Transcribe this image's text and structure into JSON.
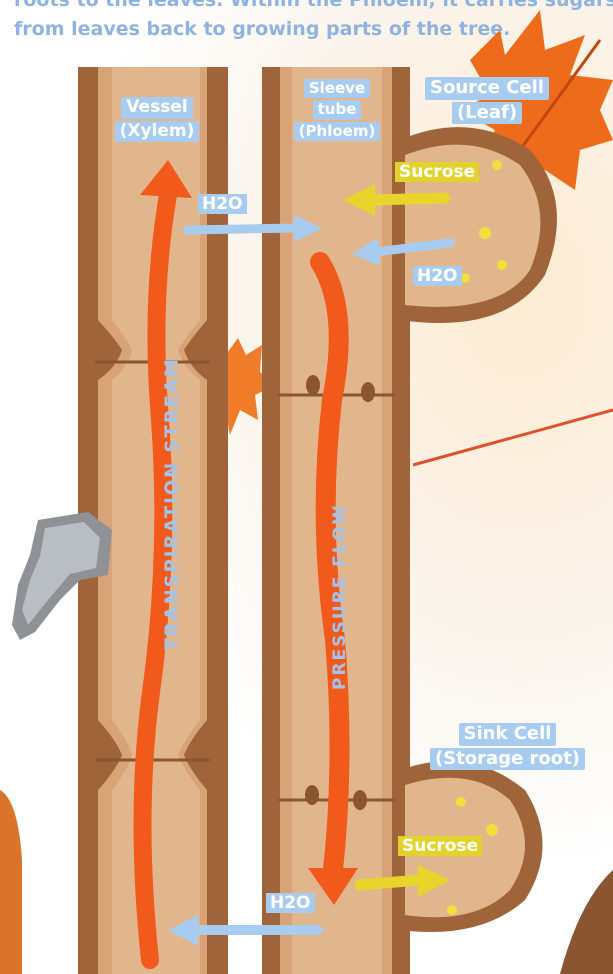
{
  "intro": {
    "line1": "roots to the leaves. Within the Phloem, it carries sugars",
    "line2": "from leaves back to growing parts of the tree."
  },
  "labels": {
    "vessel": [
      "Vessel",
      "(Xylem)"
    ],
    "sieve": [
      "Sleeve",
      "tube",
      "(Phloem)"
    ],
    "source": [
      "Source Cell",
      "(Leaf)"
    ],
    "sink": [
      "Sink Cell",
      "(Storage root)"
    ]
  },
  "flows": {
    "transpiration": "TRANSPIRATION STREAM",
    "pressure": "PRESSURE FLOW"
  },
  "molecules": {
    "h2o_top": "H2O",
    "h2o_source": "H2O",
    "h2o_bottom": "H2O",
    "sucrose_source": "Sucrose",
    "sucrose_sink": "Sucrose"
  },
  "colors": {
    "bark": "#a0643a",
    "wood": "#d7a377",
    "wood_light": "#e2b68c",
    "flow_red": "#f25a1c",
    "water_blue": "#a8ccf0",
    "sugar_yellow": "#e8d42a",
    "leaf_orange": "#ef6b1c"
  }
}
